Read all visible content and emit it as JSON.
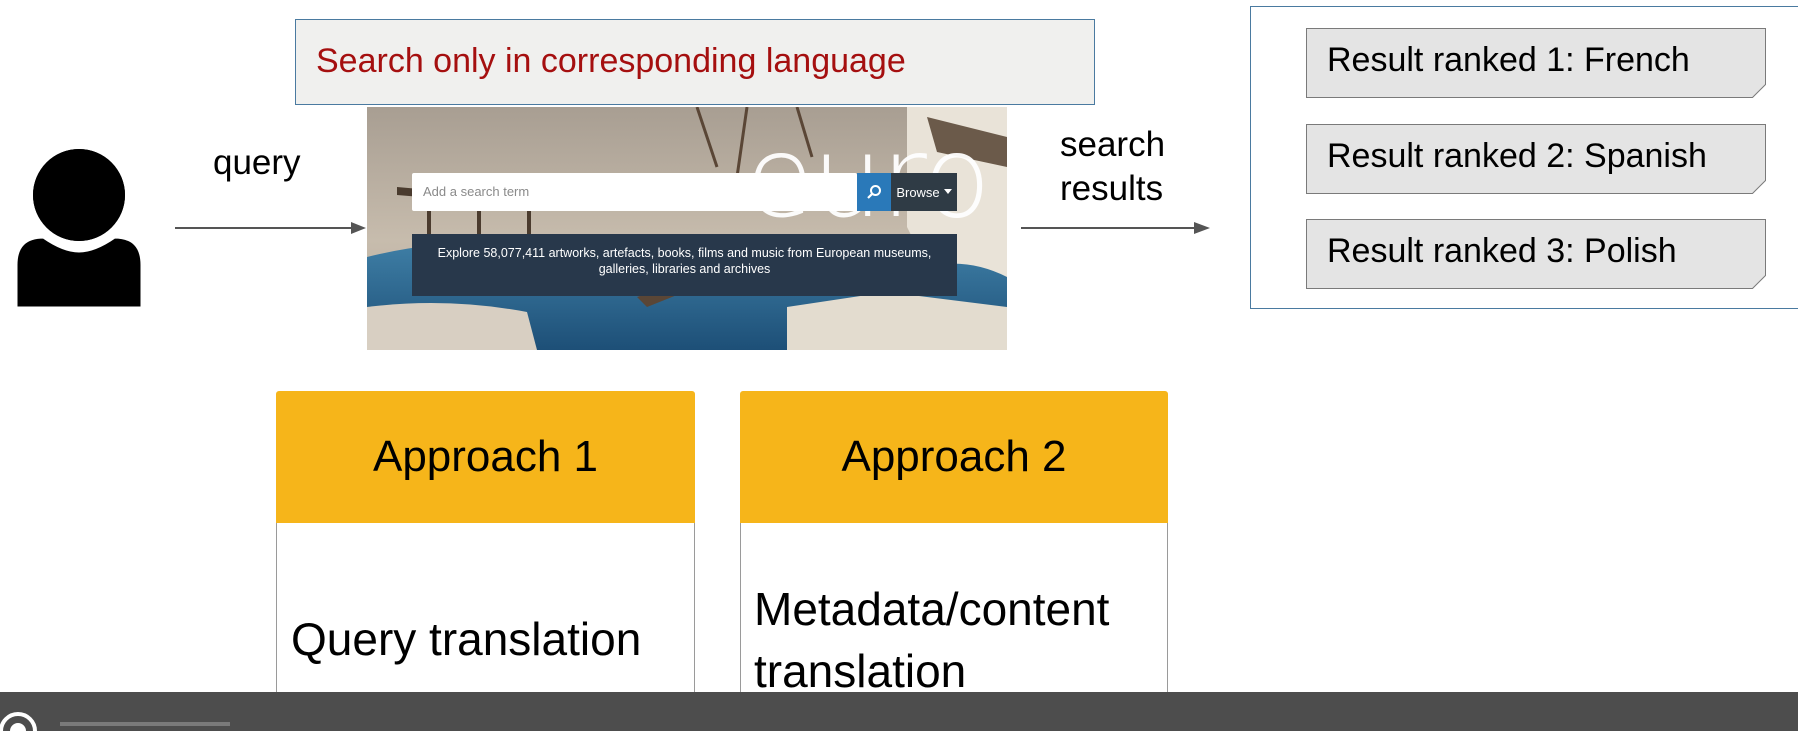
{
  "banner": {
    "text": "Search only in corresponding language"
  },
  "labels": {
    "query": "query",
    "search_results_line1": "search",
    "search_results_line2": "results"
  },
  "icons": {
    "user": "user-silhouette-icon",
    "search": "search-icon",
    "browse_caret": "caret-down-icon",
    "footer_logo": "circle-logo-icon"
  },
  "europeana": {
    "search_placeholder": "Add a search term",
    "browse_label": "Browse",
    "brand_word": "euro",
    "explore_text": "Explore 58,077,411 artworks, artefacts, books, films and music from European museums, galleries, libraries and archives"
  },
  "results": [
    {
      "text": "Result ranked 1: French"
    },
    {
      "text": "Result ranked 2: Spanish"
    },
    {
      "text": "Result ranked 3: Polish"
    }
  ],
  "approaches": [
    {
      "title": "Approach 1",
      "body": "Query translation"
    },
    {
      "title": "Approach 2",
      "body": "Metadata/content translation"
    }
  ],
  "colors": {
    "banner_text": "#a50f0f",
    "box_border": "#4a7aa0",
    "approach_header": "#f6b51a",
    "search_button": "#2a79b9",
    "explore_panel": "#28384b",
    "footer_bar": "#4d4d4d"
  }
}
